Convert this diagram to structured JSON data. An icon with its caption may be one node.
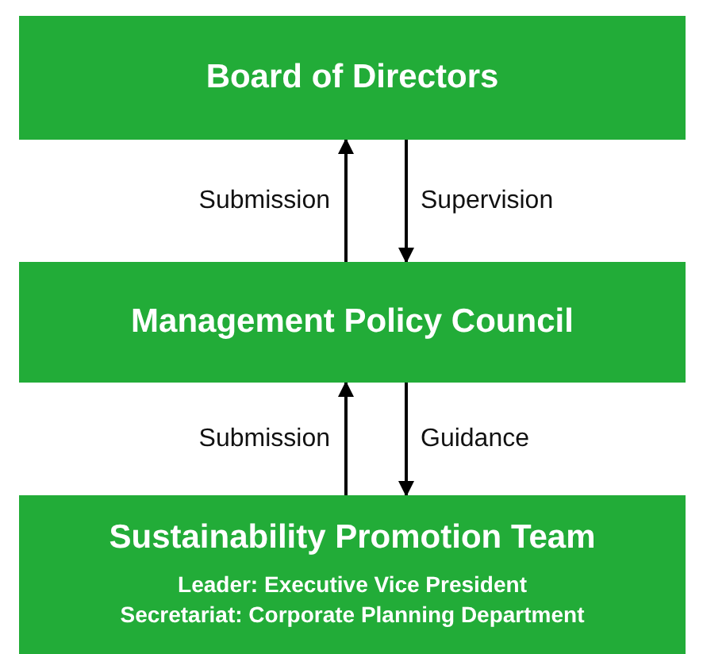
{
  "diagram": {
    "nodes": [
      {
        "text": [
          "Board of Directors"
        ]
      },
      {
        "text": [
          "Management Policy Council"
        ]
      },
      {
        "text": [
          "Sustainability Promotion Team",
          "Leader: Executive Vice President",
          "Secretariat: Corporate Planning Department"
        ]
      }
    ],
    "edges": [
      {
        "from": 1,
        "to": 0,
        "arrow": "to",
        "label": "Submission"
      },
      {
        "from": 0,
        "to": 1,
        "arrow": "to",
        "label": "Supervision"
      },
      {
        "from": 2,
        "to": 1,
        "arrow": "to",
        "label": "Submission"
      },
      {
        "from": 1,
        "to": 2,
        "arrow": "to",
        "label": "Guidance"
      }
    ]
  }
}
